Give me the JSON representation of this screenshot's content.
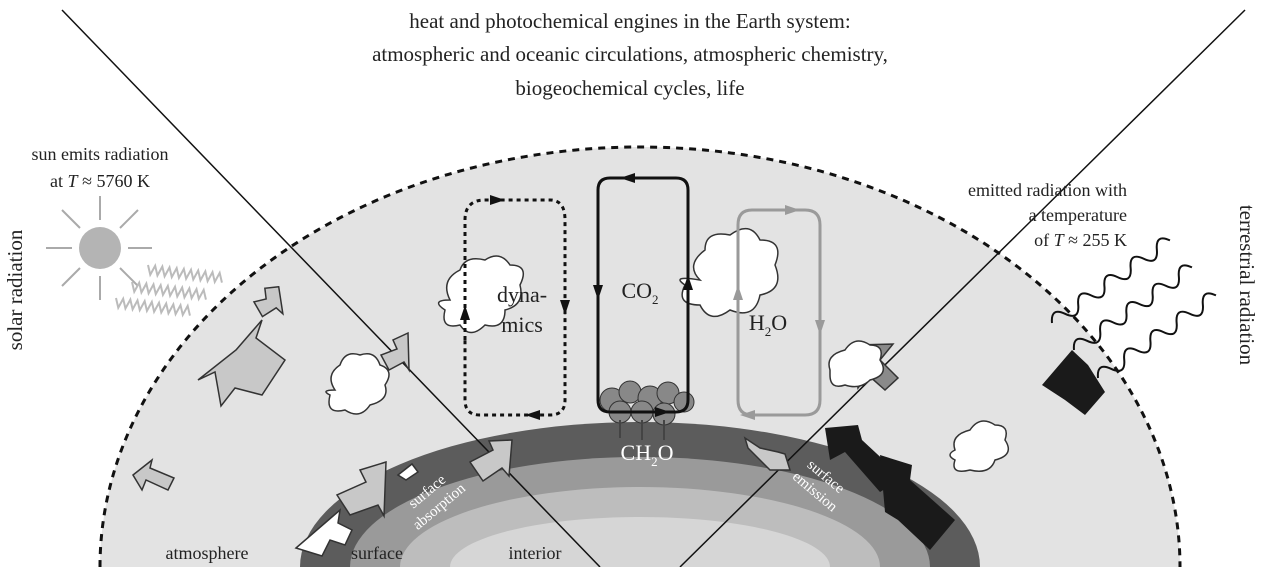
{
  "title": {
    "line1": "heat and photochemical engines in the Earth system:",
    "line2": "atmospheric and oceanic circulations, atmospheric chemistry,",
    "line3": "biogeochemical cycles, life"
  },
  "sun": {
    "line1": "sun emits radiation",
    "line2_prefix": "at ",
    "line2_var": "T",
    "line2_suffix": " ≈ 5760 K"
  },
  "emitted": {
    "line1": "emitted radiation with",
    "line2": "a temperature",
    "line3_prefix": "of ",
    "line3_var": "T",
    "line3_suffix": " ≈ 255 K"
  },
  "side_labels": {
    "left": "solar radiation",
    "right": "terrestrial radiation"
  },
  "cycles": {
    "dynamics_line1": "dyna-",
    "dynamics_line2": "mics",
    "co2_main": "CO",
    "co2_sub": "2",
    "h2o_main_h": "H",
    "h2o_sub": "2",
    "h2o_main_o": "O",
    "ch2o_main_ch": "CH",
    "ch2o_sub": "2",
    "ch2o_main_o": "O"
  },
  "surface_labels": {
    "absorption_line1": "surface",
    "absorption_line2": "absorption",
    "emission_line1": "surface",
    "emission_line2": "emission"
  },
  "bottom_labels": {
    "atmosphere": "atmosphere",
    "surface": "surface",
    "interior": "interior"
  },
  "colors": {
    "atmosphere": "#e3e3e3",
    "surface_band": "#5c5c5c",
    "mid_band": "#9a9a9a",
    "inner_band": "#bdbdbd",
    "core": "#d6d6d6",
    "sun": "#b4b4b4",
    "black_arrows": "#1a1a1a",
    "grey_arrows": "#c8c8c8",
    "h2o_loop": "#9a9a9a"
  },
  "icons": [
    "sun-icon",
    "cloud-icon",
    "tree-cluster-icon",
    "arrow-icon",
    "wavy-radiation-icon"
  ]
}
